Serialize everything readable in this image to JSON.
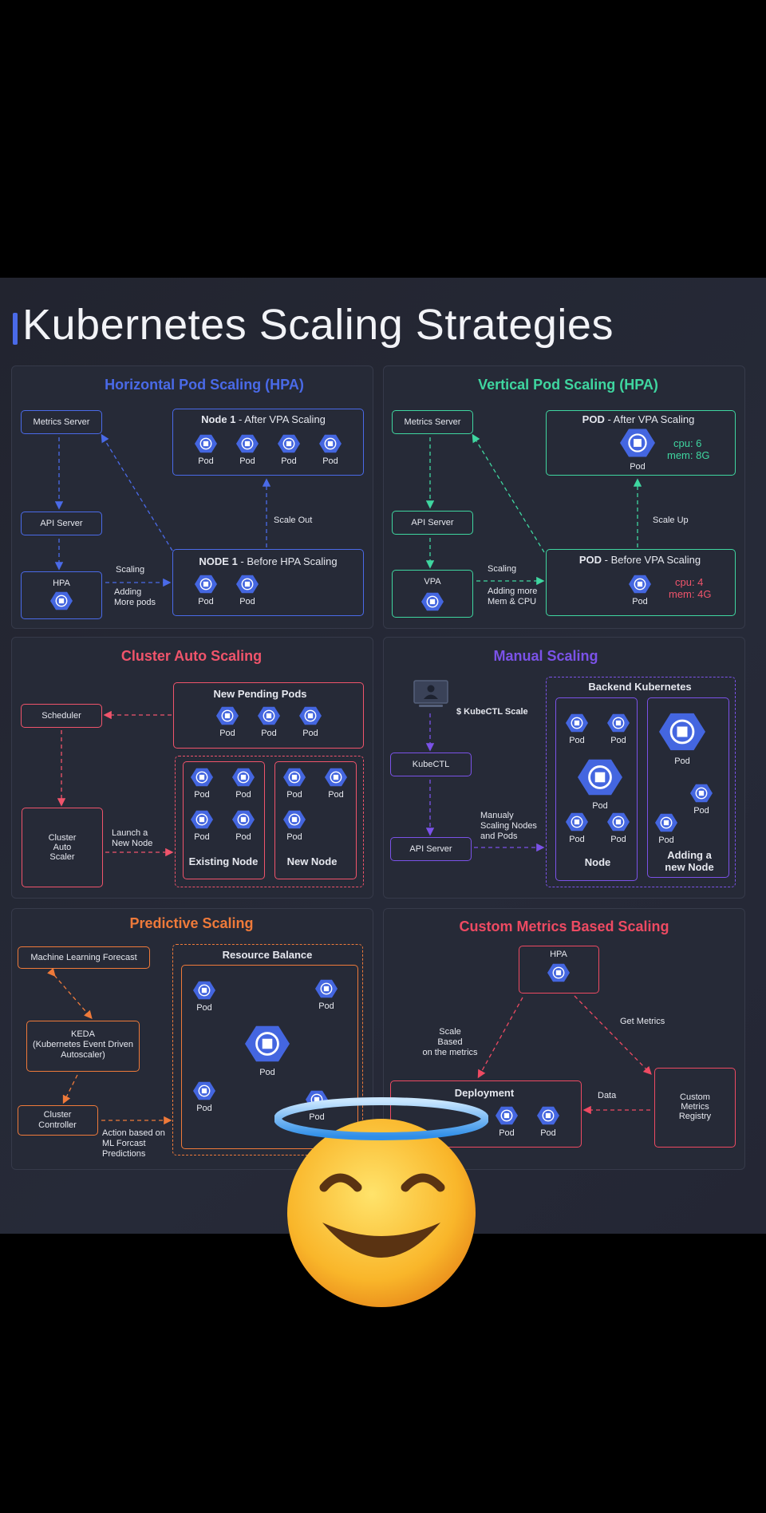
{
  "title": "Kubernetes Scaling Strategies",
  "colors": {
    "hpa": "#4a6ae8",
    "vpa": "#3fd6a0",
    "cluster": "#f0546b",
    "manual": "#7b52e8",
    "predictive": "#ef7a3a",
    "custom": "#ee4a62",
    "pod": "#4466e0"
  },
  "icons": [
    "pod-hexagon-icon",
    "monitor-icon",
    "halo-smiling-face-emoji"
  ],
  "hpa": {
    "title": "Horizontal Pod Scaling (HPA)",
    "metrics_server": "Metrics Server",
    "api_server": "API Server",
    "hpa": "HPA",
    "after_bold": "Node 1",
    "after_rest": " - After VPA Scaling",
    "before_bold": "NODE 1",
    "before_rest": " - Before HPA Scaling",
    "scale_out": "Scale Out",
    "scaling": "Scaling",
    "adding_more": "Adding\nMore pods",
    "pod": "Pod"
  },
  "vpa": {
    "title": "Vertical Pod Scaling (HPA)",
    "metrics_server": "Metrics Server",
    "api_server": "API Server",
    "vpa": "VPA",
    "after_bold": "POD",
    "after_rest": " - After VPA Scaling",
    "before_bold": "POD",
    "before_rest": " - Before VPA Scaling",
    "after_cpu": "cpu: 6",
    "after_mem": "mem: 8G",
    "before_cpu": "cpu: 4",
    "before_mem": "mem: 4G",
    "scale_up": "Scale Up",
    "scaling": "Scaling",
    "adding_more": "Adding more\nMem & CPU",
    "pod": "Pod"
  },
  "cluster": {
    "title": "Cluster Auto Scaling",
    "scheduler": "Scheduler",
    "autoscaler": "Cluster\nAuto\nScaler",
    "new_pending": "New Pending Pods",
    "existing_node": "Existing Node",
    "new_node": "New Node",
    "launch": "Launch a\nNew Node",
    "pod": "Pod"
  },
  "manual": {
    "title": "Manual Scaling",
    "kubectl_cmd": "$ KubeCTL Scale",
    "kubectl": "KubeCTL",
    "api_server": "API Server",
    "backend": "Backend Kubernetes",
    "node": "Node",
    "adding_node": "Adding a\nnew Node",
    "manually": "Manualy\nScaling Nodes\nand Pods",
    "pod": "Pod"
  },
  "predictive": {
    "title": "Predictive Scaling",
    "ml_forecast": "Machine Learning Forecast",
    "keda": "KEDA\n(Kubernetes Event Driven\nAutoscaler)",
    "controller": "Cluster\nController",
    "resource_balance": "Resource Balance",
    "action": "Action based on\nML Forcast\nPredictions",
    "pod": "Pod"
  },
  "custom": {
    "title": "Custom Metrics Based Scaling",
    "hpa": "HPA",
    "deployment": "Deployment",
    "registry": "Custom\nMetrics\nRegistry",
    "get_metrics": "Get Metrics",
    "scale_based": "Scale\nBased\non the metrics",
    "data": "Data",
    "pod": "Pod"
  }
}
